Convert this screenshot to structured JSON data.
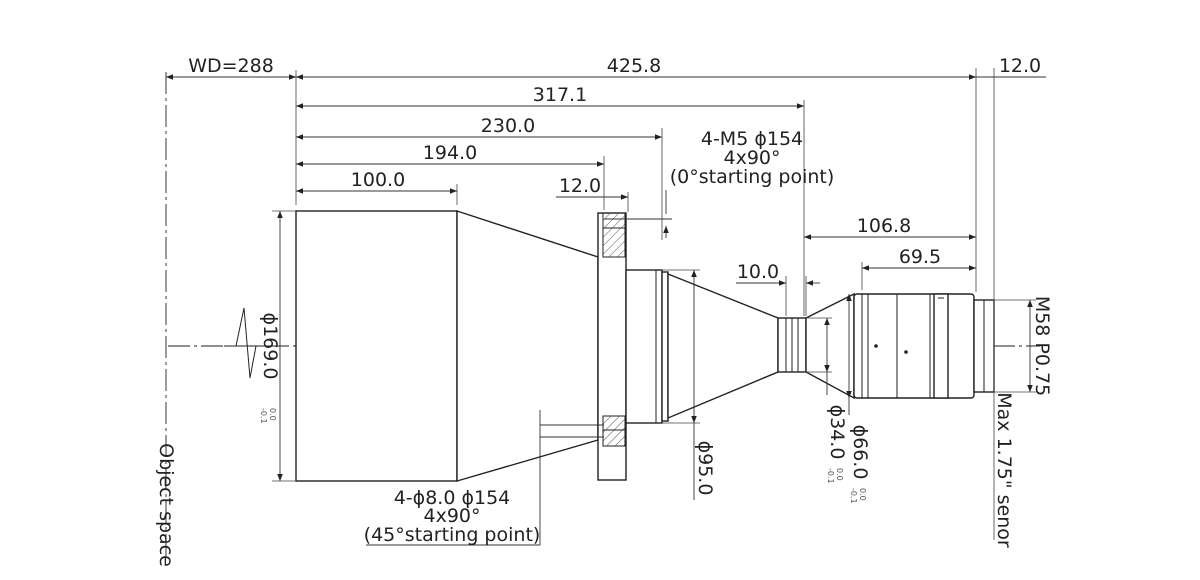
{
  "dimensions": {
    "wd": "WD=288",
    "total_length": "425.8",
    "flange_to_sensor": "12.0",
    "d317": "317.1",
    "d230": "230.0",
    "d194": "194.0",
    "d100": "100.0",
    "flange_thickness": "12.0",
    "d106": "106.8",
    "d69": "69.5",
    "d10": "10.0",
    "dia169": "ϕ169.0",
    "dia169_tol_upper": "0.0",
    "dia169_tol_lower": "-0.1",
    "dia95": "ϕ95.0",
    "dia34": "ϕ34.0",
    "dia34_tol_upper": "0.0",
    "dia34_tol_lower": "-0.1",
    "dia66": "ϕ66.0",
    "dia66_tol_upper": "0.0",
    "dia66_tol_lower": "-0.1",
    "thread": "M58 P0.75"
  },
  "notes": {
    "top_hole_line1": "4-M5 ϕ154",
    "top_hole_line2": "4x90°",
    "top_hole_line3": "(0°starting point)",
    "bottom_hole_line1": "4-ϕ8.0  ϕ154",
    "bottom_hole_line2": "4x90°",
    "bottom_hole_line3": "(45°starting point)"
  },
  "labels": {
    "object_space": "Object space",
    "sensor": "Max 1.75\" senor"
  }
}
